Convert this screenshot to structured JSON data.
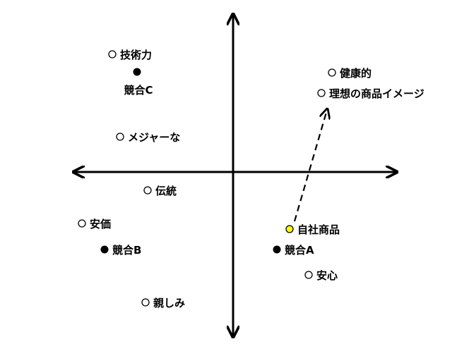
{
  "colors": {
    "axis": "#000000",
    "hollow_fill": "#ffffff",
    "competitor_fill": "#000000",
    "own_product_fill": "#ffff00",
    "arrow": "#000000"
  },
  "points": [
    {
      "id": "gijutsuryoku",
      "label": "技術力",
      "kind": "attribute"
    },
    {
      "id": "kyougou-c",
      "label": "競合C",
      "kind": "competitor"
    },
    {
      "id": "kenkouteki",
      "label": "健康的",
      "kind": "attribute"
    },
    {
      "id": "risou",
      "label": "理想の商品イメージ",
      "kind": "attribute"
    },
    {
      "id": "major",
      "label": "メジャーな",
      "kind": "attribute"
    },
    {
      "id": "dentou",
      "label": "伝統",
      "kind": "attribute"
    },
    {
      "id": "anka",
      "label": "安価",
      "kind": "attribute"
    },
    {
      "id": "jisha",
      "label": "自社商品",
      "kind": "own"
    },
    {
      "id": "kyougou-b",
      "label": "競合B",
      "kind": "competitor"
    },
    {
      "id": "kyougou-a",
      "label": "競合A",
      "kind": "competitor"
    },
    {
      "id": "anshin",
      "label": "安心",
      "kind": "attribute"
    },
    {
      "id": "shitashimi",
      "label": "親しみ",
      "kind": "attribute"
    }
  ],
  "movement_arrow": {
    "from": "jisha",
    "to": "risou",
    "style": "dashed"
  }
}
